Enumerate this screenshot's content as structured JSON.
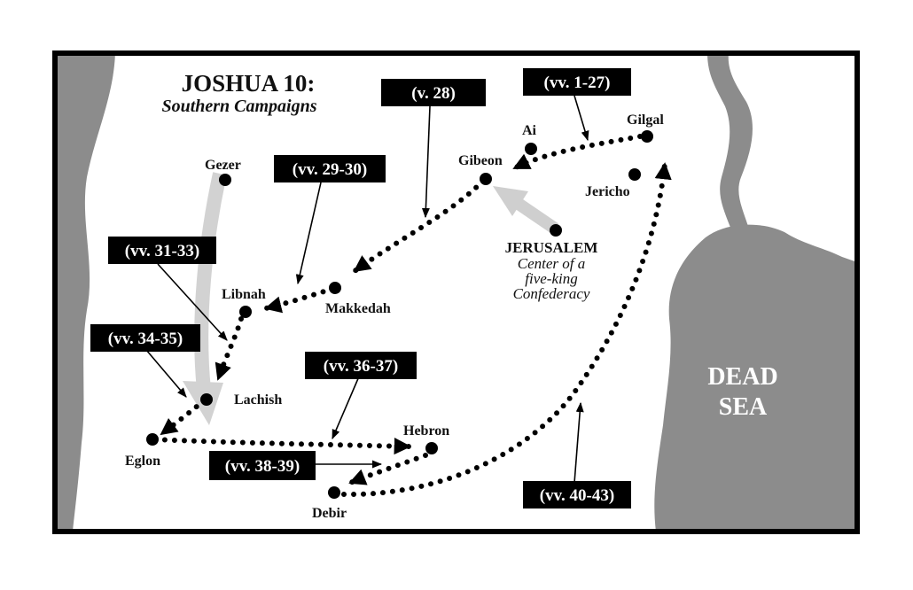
{
  "map": {
    "title": "JOSHUA 10:",
    "subtitle": "Southern Campaigns",
    "sea_label_line1": "DEAD",
    "sea_label_line2": "SEA",
    "jerusalem": {
      "name": "JERUSALEM",
      "note_line1": "Center of a",
      "note_line2": "five-king",
      "note_line3": "Confederacy"
    },
    "cities": {
      "gilgal": "Gilgal",
      "ai": "Ai",
      "gibeon": "Gibeon",
      "jericho": "Jericho",
      "gezer": "Gezer",
      "makkedah": "Makkedah",
      "libnah": "Libnah",
      "lachish": "Lachish",
      "eglon": "Eglon",
      "hebron": "Hebron",
      "debir": "Debir"
    },
    "verse_tags": {
      "v1_27": "(vv. 1-27)",
      "v28": "(v. 28)",
      "v29_30": "(vv. 29-30)",
      "v31_33": "(vv. 31-33)",
      "v34_35": "(vv. 34-35)",
      "v36_37": "(vv. 36-37)",
      "v38_39": "(vv. 38-39)",
      "v40_43": "(vv. 40-43)"
    },
    "colors": {
      "land": "#ffffff",
      "water": "#8c8c8c",
      "route": "#000000",
      "frame": "#000000",
      "tag_bg": "#000000",
      "tag_text": "#ffffff",
      "gezer_arrow": "#d2d2d2",
      "jerusalem_arrow": "#cfcfcf"
    }
  }
}
